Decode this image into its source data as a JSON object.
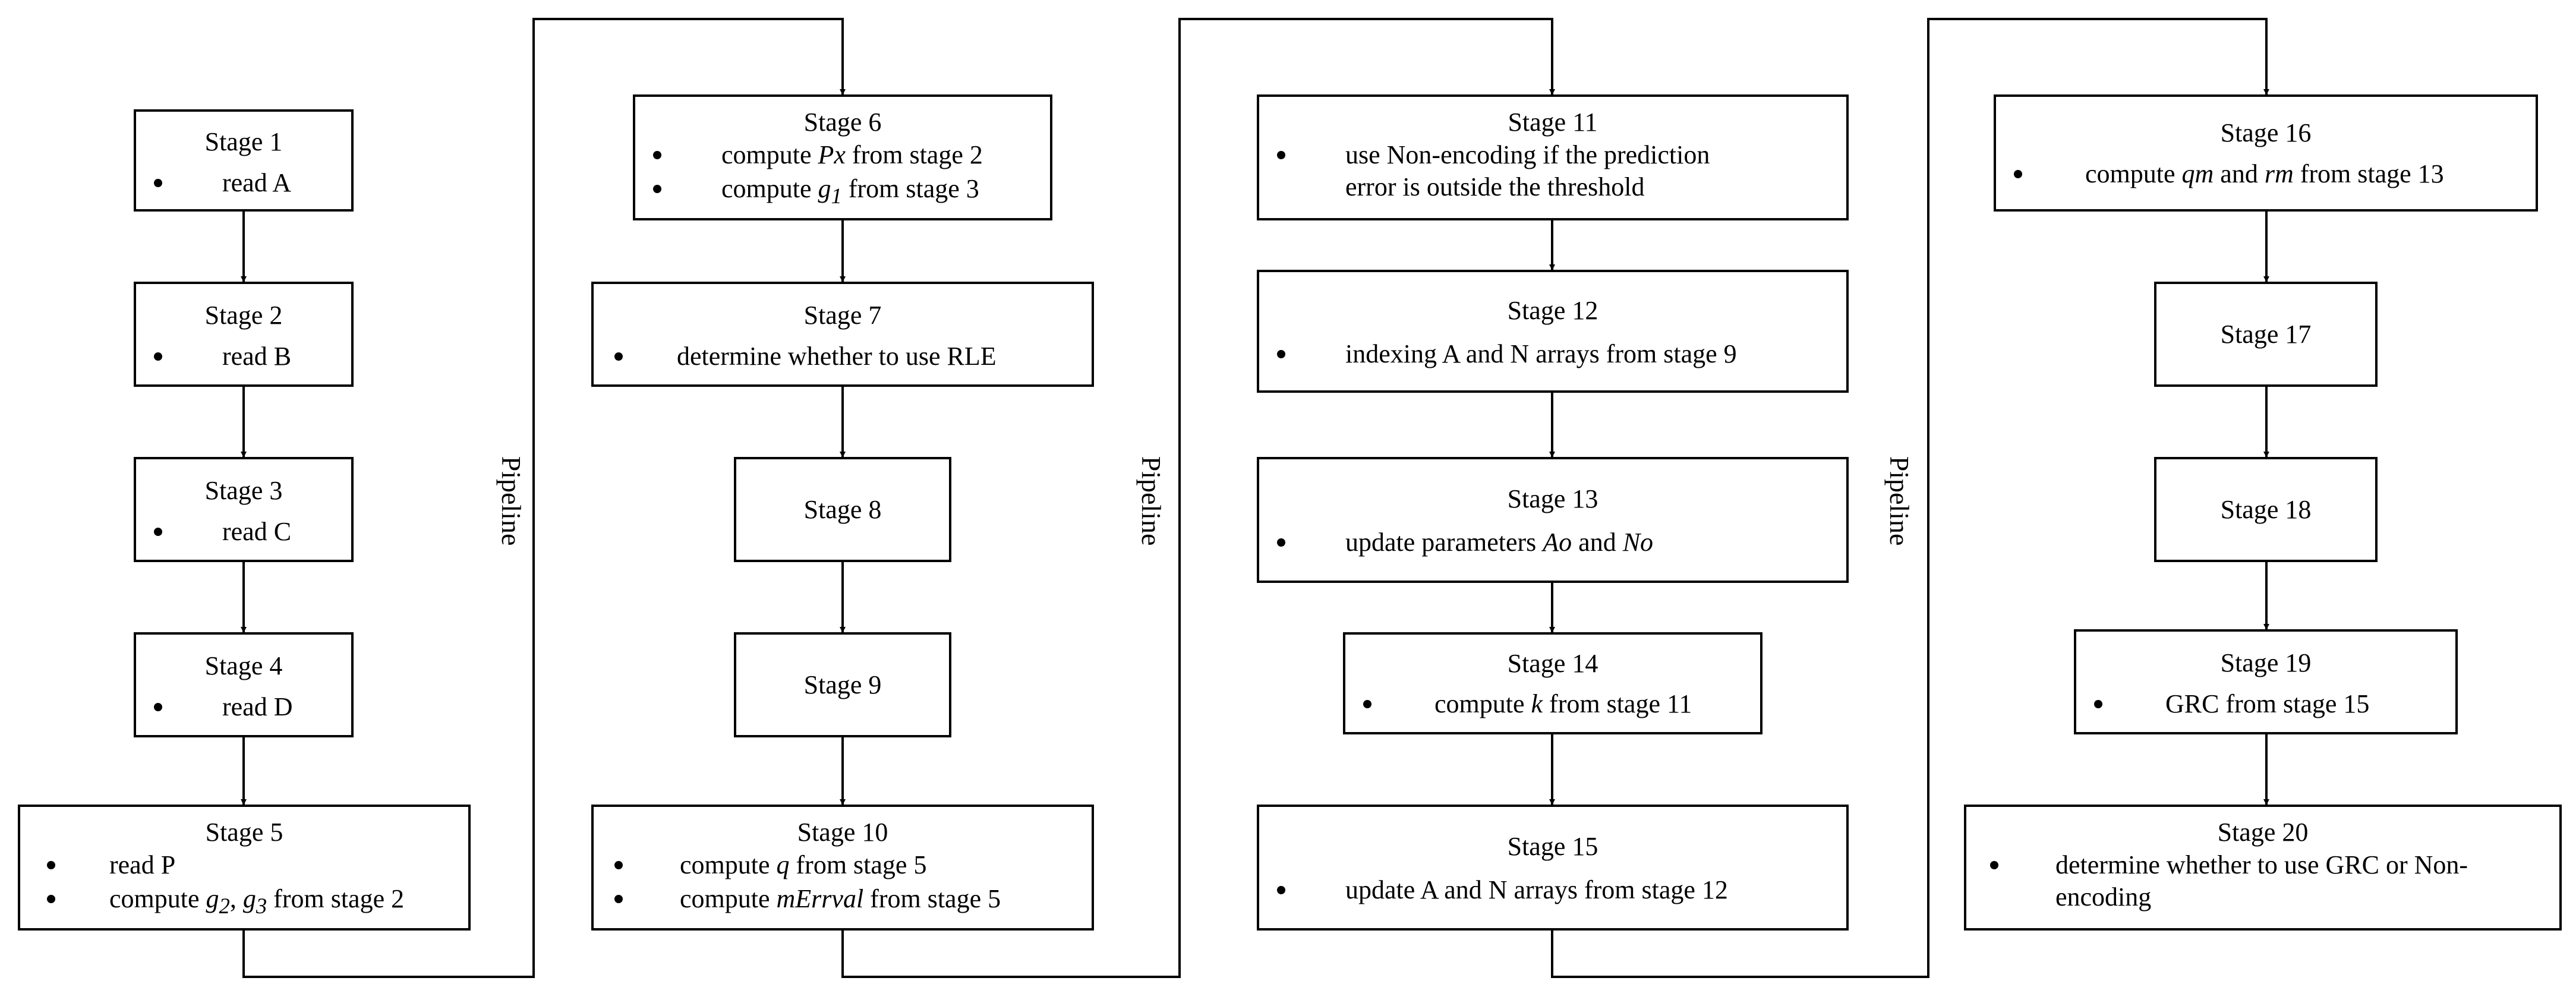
{
  "pipeline_label": "Pipeline",
  "stages": {
    "s1": {
      "title": "Stage 1",
      "b1": "read A"
    },
    "s2": {
      "title": "Stage 2",
      "b1": "read B"
    },
    "s3": {
      "title": "Stage 3",
      "b1": "read C"
    },
    "s4": {
      "title": "Stage 4",
      "b1": "read D"
    },
    "s5": {
      "title": "Stage 5",
      "b1": "read P",
      "b2a": "compute ",
      "b2v": "g",
      "b2s": "2",
      "b2b": ", ",
      "b2v2": "g",
      "b2s2": "3",
      "b2c": " from stage 2"
    },
    "s6": {
      "title": "Stage 6",
      "b1a": "compute ",
      "b1v": "Px",
      "b1b": " from stage 2",
      "b2a": "compute ",
      "b2v": "g",
      "b2s": "1",
      "b2b": " from stage 3"
    },
    "s7": {
      "title": "Stage 7",
      "b1": "determine whether to use RLE"
    },
    "s8": {
      "title": "Stage 8"
    },
    "s9": {
      "title": "Stage 9"
    },
    "s10": {
      "title": "Stage 10",
      "b1a": "compute ",
      "b1v": "q",
      "b1b": " from stage 5",
      "b2a": "compute ",
      "b2v": "mErrval",
      "b2b": " from stage 5"
    },
    "s11": {
      "title": "Stage 11",
      "b1l1": "use Non-encoding if the prediction",
      "b1l2": "error is outside the threshold"
    },
    "s12": {
      "title": "Stage 12",
      "b1": "indexing  A and N arrays from stage 9"
    },
    "s13": {
      "title": "Stage 13",
      "b1a": "update parameters ",
      "b1v": "Ao",
      "b1b": " and ",
      "b1v2": "No"
    },
    "s14": {
      "title": "Stage 14",
      "b1a": "compute ",
      "b1v": "k",
      "b1b": " from stage 11"
    },
    "s15": {
      "title": "Stage 15",
      "b1": "update A and N arrays from stage 12"
    },
    "s16": {
      "title": "Stage 16",
      "b1a": "compute ",
      "b1v": "qm",
      "b1b": " and ",
      "b1v2": "rm",
      "b1c": " from stage 13"
    },
    "s17": {
      "title": "Stage 17"
    },
    "s18": {
      "title": "Stage 18"
    },
    "s19": {
      "title": "Stage 19",
      "b1": "GRC from stage 15"
    },
    "s20": {
      "title": "Stage 20",
      "b1l1": "determine whether to use GRC or Non-",
      "b1l2": "encoding"
    }
  }
}
